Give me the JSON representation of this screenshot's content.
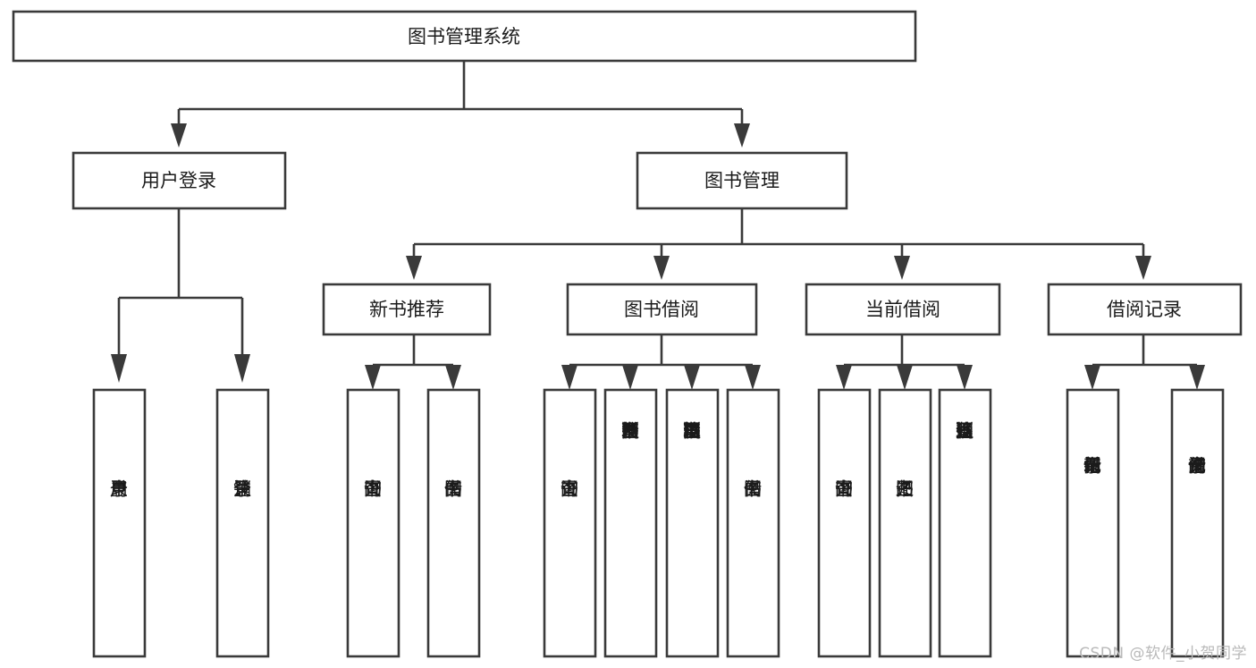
{
  "diagram": {
    "kind": "hierarchy-tree",
    "title": "图书管理系统",
    "orientation": "top-down",
    "box_fill": "#ffffff",
    "box_stroke": "#3a3a3a",
    "text_color": "#1b1b1b",
    "levels": {
      "root": {
        "label": "图书管理系统"
      },
      "level2": [
        {
          "id": "user-login",
          "label": "用户登录"
        },
        {
          "id": "book-manage",
          "label": "图书管理"
        }
      ],
      "level3": [
        {
          "id": "new-book-rec",
          "label": "新书推荐",
          "parent": "book-manage"
        },
        {
          "id": "book-borrow",
          "label": "图书借阅",
          "parent": "book-manage"
        },
        {
          "id": "current-borrow",
          "label": "当前借阅",
          "parent": "book-manage"
        },
        {
          "id": "borrow-record",
          "label": "借阅记录",
          "parent": "book-manage"
        }
      ],
      "leaves": [
        {
          "id": "leaf-user-login",
          "label": "用户登录",
          "parent": "user-login"
        },
        {
          "id": "leaf-logout",
          "label": "注销登录",
          "parent": "user-login"
        },
        {
          "id": "leaf-query-book-1",
          "label": "查询图书",
          "parent": "new-book-rec"
        },
        {
          "id": "leaf-borrow-book-1",
          "label": "借阅图书",
          "parent": "new-book-rec"
        },
        {
          "id": "leaf-query-book-2",
          "label": "查询图书",
          "parent": "book-borrow"
        },
        {
          "id": "leaf-add-book",
          "label": "新增图书（管理员）",
          "parent": "book-borrow"
        },
        {
          "id": "leaf-edit-book",
          "label": "编辑图书（管理员）",
          "parent": "book-borrow"
        },
        {
          "id": "leaf-borrow-book-2",
          "label": "借阅图书",
          "parent": "book-borrow"
        },
        {
          "id": "leaf-query-book-3",
          "label": "查询图书",
          "parent": "current-borrow"
        },
        {
          "id": "leaf-return-book",
          "label": "归还图书",
          "parent": "current-borrow"
        },
        {
          "id": "leaf-confirm-return",
          "label": "确认归还（管理员）",
          "parent": "current-borrow"
        },
        {
          "id": "leaf-add-record",
          "label": "新增借阅记录",
          "parent": "borrow-record"
        },
        {
          "id": "leaf-query-record",
          "label": "查询借阅记录",
          "parent": "borrow-record"
        }
      ]
    }
  },
  "watermark": {
    "label": "CSDN @软件_小贺同学"
  }
}
